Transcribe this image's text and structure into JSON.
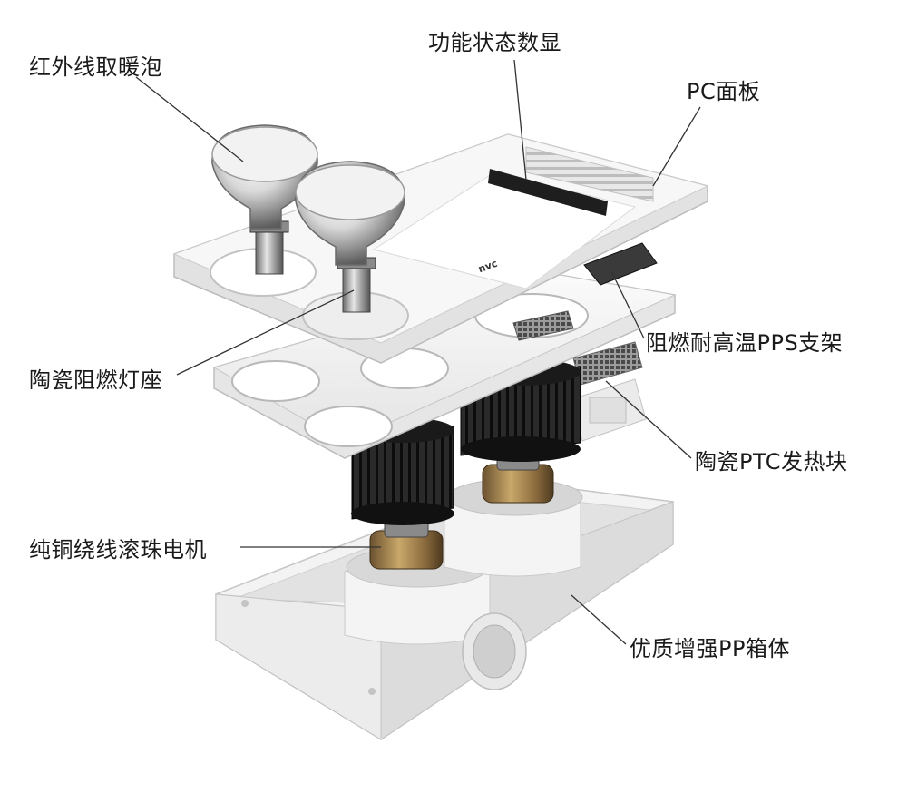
{
  "diagram": {
    "labels": {
      "infrared_bulb": "红外线取暖泡",
      "function_display": "功能状态数显",
      "pc_panel": "PC面板",
      "pps_bracket": "阻燃耐高温PPS支架",
      "ceramic_socket": "陶瓷阻燃灯座",
      "ptc_heater": "陶瓷PTC发热块",
      "copper_motor": "纯铜绕线滚珠电机",
      "pp_housing": "优质增强PP箱体"
    },
    "panel_logo": "nvc"
  }
}
